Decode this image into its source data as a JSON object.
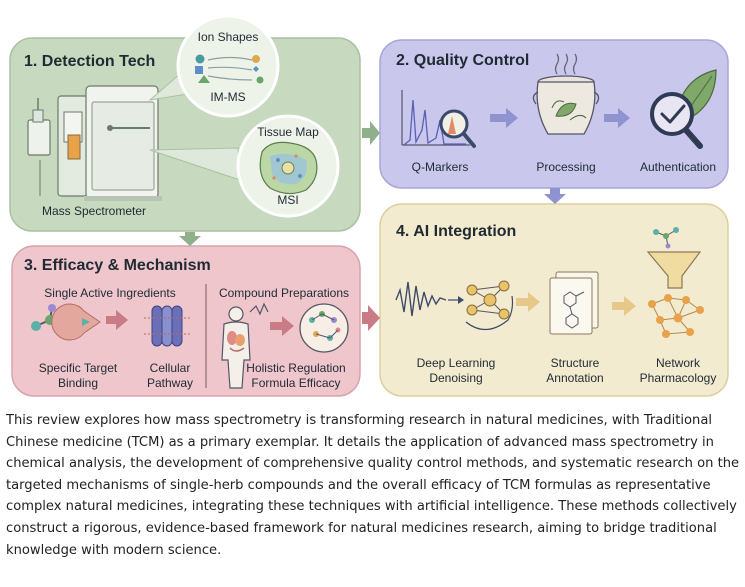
{
  "panels": {
    "detection": {
      "title": "1. Detection Tech",
      "ion_shapes": "Ion Shapes",
      "im_ms": "IM-MS",
      "tissue_map": "Tissue Map",
      "msi": "MSI",
      "mass_spectrometer": "Mass Spectrometer"
    },
    "quality": {
      "title": "2. Quality Control",
      "q_markers": "Q-Markers",
      "processing": "Processing",
      "authentication": "Authentication"
    },
    "efficacy": {
      "title": "3. Efficacy & Mechanism",
      "single_active": "Single Active Ingredients",
      "compound_prep": "Compound Preparations",
      "specific_target_1": "Specific Target",
      "specific_target_2": "Binding",
      "cellular_1": "Cellular",
      "cellular_2": "Pathway",
      "holistic_1": "Holistic Regulation",
      "holistic_2": "Formula Efficacy"
    },
    "ai": {
      "title": "4. AI Integration",
      "deep_learning_1": "Deep Learning",
      "deep_learning_2": "Denoising",
      "structure_1": "Structure",
      "structure_2": "Annotation",
      "network_1": "Network",
      "network_2": "Pharmacology"
    }
  },
  "colors": {
    "green_panel": "#c7d9bf",
    "purple_panel": "#c9c8ec",
    "red_panel": "#eec6cc",
    "yellow_panel": "#f3ebcf",
    "arrow_green": "#8fb08a",
    "arrow_purple": "#8f93d0",
    "arrow_red": "#c97b86",
    "arrow_yellow": "#e6c98a"
  },
  "icons": [
    "mass-spectrometer-icon",
    "ion-shapes-icon",
    "tissue-map-icon",
    "spectrum-magnifier-icon",
    "herb-pot-icon",
    "leaf-check-magnifier-icon",
    "molecule-pacman-icon",
    "cell-receptor-icon",
    "human-body-icon",
    "compound-network-icon",
    "neural-waveform-icon",
    "structure-document-icon",
    "funnel-network-icon"
  ],
  "caption": "This review explores how mass spectrometry is transforming research in natural medicines, with Traditional Chinese medicine (TCM) as a primary exemplar. It details the application of advanced mass spectrometry in chemical analysis, the development of comprehensive quality control methods, and systematic research on the targeted mechanisms of single-herb compounds and the overall efficacy of TCM formulas as representative complex natural medicines, integrating these techniques with artificial intelligence. These methods collectively construct a rigorous, evidence-based framework for natural medicines research, aiming to bridge traditional knowledge with modern science."
}
